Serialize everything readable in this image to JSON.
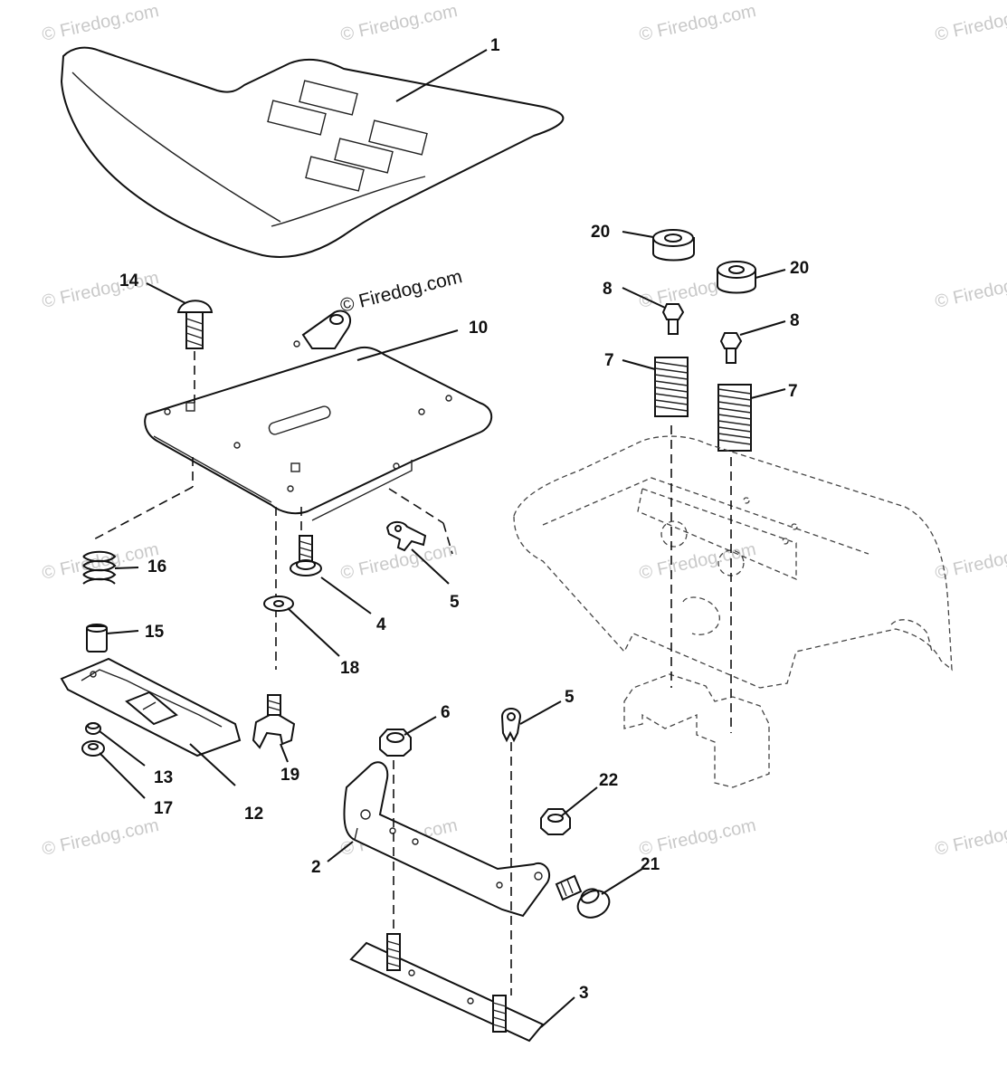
{
  "copyright": "© Firedog.com",
  "watermark": "© Firedog.com",
  "callouts": [
    {
      "id": "c1",
      "label": "1"
    },
    {
      "id": "c2",
      "label": "2"
    },
    {
      "id": "c3",
      "label": "3"
    },
    {
      "id": "c4",
      "label": "4"
    },
    {
      "id": "c5a",
      "label": "5"
    },
    {
      "id": "c5b",
      "label": "5"
    },
    {
      "id": "c6",
      "label": "6"
    },
    {
      "id": "c7a",
      "label": "7"
    },
    {
      "id": "c7b",
      "label": "7"
    },
    {
      "id": "c8a",
      "label": "8"
    },
    {
      "id": "c8b",
      "label": "8"
    },
    {
      "id": "c10",
      "label": "10"
    },
    {
      "id": "c12",
      "label": "12"
    },
    {
      "id": "c13",
      "label": "13"
    },
    {
      "id": "c14",
      "label": "14"
    },
    {
      "id": "c15",
      "label": "15"
    },
    {
      "id": "c16",
      "label": "16"
    },
    {
      "id": "c17",
      "label": "17"
    },
    {
      "id": "c18",
      "label": "18"
    },
    {
      "id": "c19",
      "label": "19"
    },
    {
      "id": "c20a",
      "label": "20"
    },
    {
      "id": "c20b",
      "label": "20"
    },
    {
      "id": "c21",
      "label": "21"
    },
    {
      "id": "c22",
      "label": "22"
    }
  ]
}
